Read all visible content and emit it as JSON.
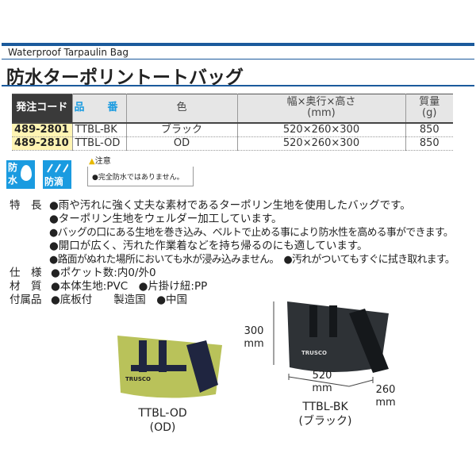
{
  "header": {
    "subtitle": "Waterproof Tarpaulin Bag",
    "title": "防水ターポリントートバッグ"
  },
  "table": {
    "columns": [
      "発注コード",
      "品　番",
      "色",
      "幅×奥行×高さ",
      "(mm)",
      "質量",
      "(g)"
    ],
    "rows": [
      {
        "code": "489-2801",
        "part": "TTBL-BK",
        "color": "ブラック",
        "size": "520×260×300",
        "weight": "850"
      },
      {
        "code": "489-2810",
        "part": "TTBL-OD",
        "color": "OD",
        "size": "520×260×300",
        "weight": "850"
      }
    ]
  },
  "icons": {
    "waterproof": [
      "防",
      "水"
    ],
    "drip": "防滴"
  },
  "caution": {
    "head": "注意",
    "text": "●完全防水ではありません。"
  },
  "features": {
    "label": "特　長",
    "items": [
      "●雨や汚れに強く丈夫な素材であるターポリン生地を使用したバッグです。",
      "●ターポリン生地をウェルダー加工しています。",
      "●バッグの口にある生地を巻き込み、ベルトで止める事により防水性を高める事ができます。",
      "●開口が広く、汚れた作業着などを持ち帰るのにも適しています。",
      "●路面がぬれた場所においても水が浸み込みません。　●汚れがついてもすぐに拭き取れます。"
    ]
  },
  "spec": {
    "label": "仕　様",
    "text": "●ポケット数:内0/外0"
  },
  "material": {
    "label": "材　質",
    "text": "●本体生地:PVC　●片掛け紐:PP"
  },
  "accessory": {
    "label": "付属品",
    "text": "●底板付　　製造国　●中国"
  },
  "images": {
    "od": {
      "model": "TTBL-OD",
      "color": "(OD)",
      "brand": "TRUSCO",
      "fill": "#b9c25a"
    },
    "bk": {
      "model": "TTBL-BK",
      "color": "(ブラック)",
      "brand": "TRUSCO",
      "fill": "#2e3236"
    },
    "dims": {
      "height": "300",
      "width": "520",
      "depth": "260",
      "unit": "mm"
    }
  },
  "colors": {
    "accent": "#1b5a9c",
    "icon": "#1a9be0",
    "code_bg": "#fff4b3"
  }
}
